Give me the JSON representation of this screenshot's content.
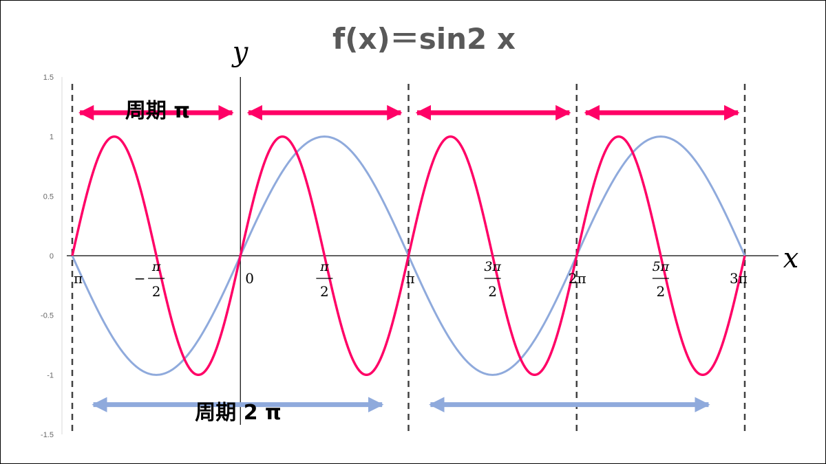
{
  "chart_data": {
    "type": "line",
    "title": "f(x)＝sin2 x",
    "xlabel": "x",
    "ylabel": "y",
    "xlim": [
      -3.14159,
      9.42478
    ],
    "ylim": [
      -1.5,
      1.5
    ],
    "yticks": [
      "1.5",
      "1",
      "0.5",
      "0",
      "-0.5",
      "-1",
      "-1.5"
    ],
    "xticks": [
      {
        "x": -3.14159,
        "label": "π",
        "num": "",
        "den": ""
      },
      {
        "x": -1.5708,
        "label": "",
        "num": "π",
        "den": "2",
        "sign": "−"
      },
      {
        "x": 0,
        "label": "0",
        "num": "",
        "den": ""
      },
      {
        "x": 1.5708,
        "label": "",
        "num": "π",
        "den": "2"
      },
      {
        "x": 3.14159,
        "label": "π",
        "num": "",
        "den": ""
      },
      {
        "x": 4.71239,
        "label": "",
        "num": "3π",
        "den": "2"
      },
      {
        "x": 6.28319,
        "label": "2π",
        "num": "",
        "den": ""
      },
      {
        "x": 7.85398,
        "label": "",
        "num": "5π",
        "den": "2"
      },
      {
        "x": 9.42478,
        "label": "3π",
        "num": "",
        "den": ""
      }
    ],
    "dashed_lines_x": [
      -3.14159,
      3.14159,
      6.28319,
      9.42478
    ],
    "series": [
      {
        "function": "sin2x",
        "color": "#ff0066"
      },
      {
        "function": "sinx",
        "color": "#8faadc"
      }
    ],
    "annotations": {
      "pink_label": "周期 π",
      "pink_arrows": [
        [
          -3.05,
          -0.1
        ],
        [
          0.1,
          3.05
        ],
        [
          3.25,
          6.2
        ],
        [
          6.4,
          9.35
        ]
      ],
      "pink_y": 1.2,
      "blue_label": "周期 2 π",
      "blue_arrows": [
        [
          -2.8,
          2.7
        ],
        [
          3.5,
          8.8
        ]
      ],
      "blue_y": -1.25
    }
  }
}
